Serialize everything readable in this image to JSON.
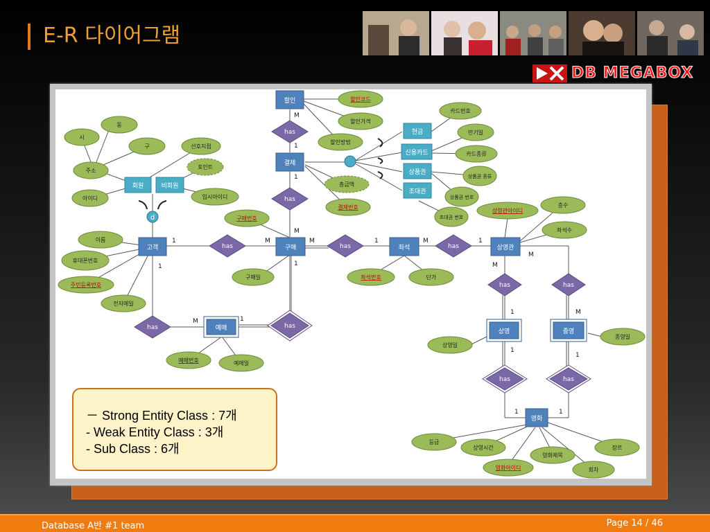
{
  "slide": {
    "title": "E-R 다이어그램",
    "brand": "DB MEGABOX",
    "footer_left": "Database A반 #1 team",
    "footer_right": "Page 14 / 46"
  },
  "colors": {
    "title": "#f0a030",
    "entity_fill": "#4f81bd",
    "relationship_fill": "#7b68a6",
    "attribute_fill": "#9bbb59",
    "key_text": "#c00000",
    "footer": "#f07c10",
    "legend_border": "#c8701a"
  },
  "legend": {
    "line1": "－ Strong Entity Class : 7개",
    "line2": "- Weak Entity Class : 3개",
    "line3": "- Sub Class : 6개"
  },
  "entities": {
    "discount": "할인",
    "payment": "결제",
    "cash": "현금",
    "credit_card": "신용카드",
    "gift_card": "상품권",
    "invitation": "초대권",
    "member": "회원",
    "non_member": "비회원",
    "customer": "고객",
    "purchase": "구매",
    "seat": "좌석",
    "theater": "상영관",
    "reservation": "예매",
    "screening": "상영",
    "end_screening": "종영",
    "movie": "영화"
  },
  "relationships": {
    "label": "has"
  },
  "attributes": {
    "si": "시",
    "dong": "동",
    "gu": "구",
    "address": "주소",
    "user_id": "아이디",
    "pref_branch": "선호지점",
    "point": "포인트",
    "temp_id": "임시아이디",
    "discount_code": "할인코드",
    "discount_price": "할인가격",
    "discount_method": "할인방법",
    "card_no": "카드번호",
    "expiry": "만기일",
    "card_type": "카드종류",
    "gift_type": "상품권 종류",
    "gift_no": "상품권 번호",
    "inv_no": "초대권 번호",
    "total_amount": "총금액",
    "payment_no": "결제번호",
    "purchase_no": "구매번호",
    "name": "이름",
    "phone": "휴대폰번호",
    "resident_no": "주민등록번호",
    "email": "전자메일",
    "purchase_date": "구매일",
    "seat_no": "좌석번호",
    "unit_price": "단가",
    "theater_id": "상영관아이디",
    "floor": "층수",
    "seat_count": "좌석수",
    "reservation_no": "예매번호",
    "reservation_date": "예매일",
    "screening_date": "상영일",
    "end_date": "종영일",
    "grade": "등급",
    "running_time": "상영시간",
    "movie_title": "영화제목",
    "genre": "장르",
    "movie_id": "영화아이디",
    "session": "회차"
  },
  "markers": {
    "one": "1",
    "many": "M",
    "disjoint": "d"
  }
}
